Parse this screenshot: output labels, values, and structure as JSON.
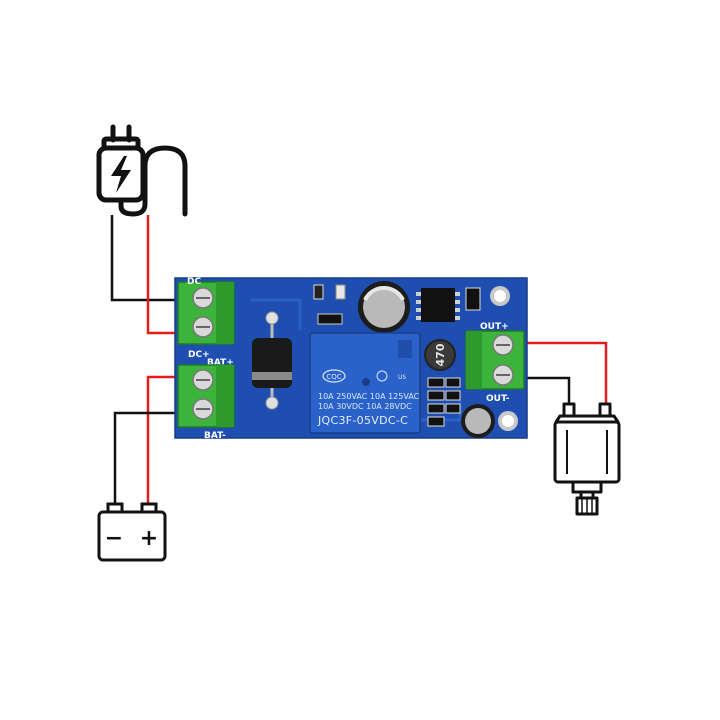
{
  "board": {
    "labels": {
      "dc_top": "DC",
      "dc_plus": "DC+",
      "bat_plus": "BAT+",
      "bat_minus": "BAT-",
      "out_plus": "OUT+",
      "out_minus": "OUT-"
    },
    "relay": {
      "brand": "CQC",
      "line1": "10A 250VAC  10A 125VAC",
      "line2": "10A  30VDC  10A  28VDC",
      "model": "JQC3F-05VDC-C",
      "cert": "US"
    },
    "inductor_text": "470"
  },
  "battery": {
    "minus_sign": "−",
    "plus_sign": "+"
  },
  "colors": {
    "board": "#1e4fb0",
    "board_edge": "#163c8c",
    "terminal": "#3cb43c",
    "relay": "#2a62c9",
    "wire_red": "#e21b1b",
    "wire_black": "#111111"
  },
  "icons": {
    "power_supply": "charging-plug-icon",
    "battery": "battery-icon",
    "motor": "dc-motor-icon"
  }
}
